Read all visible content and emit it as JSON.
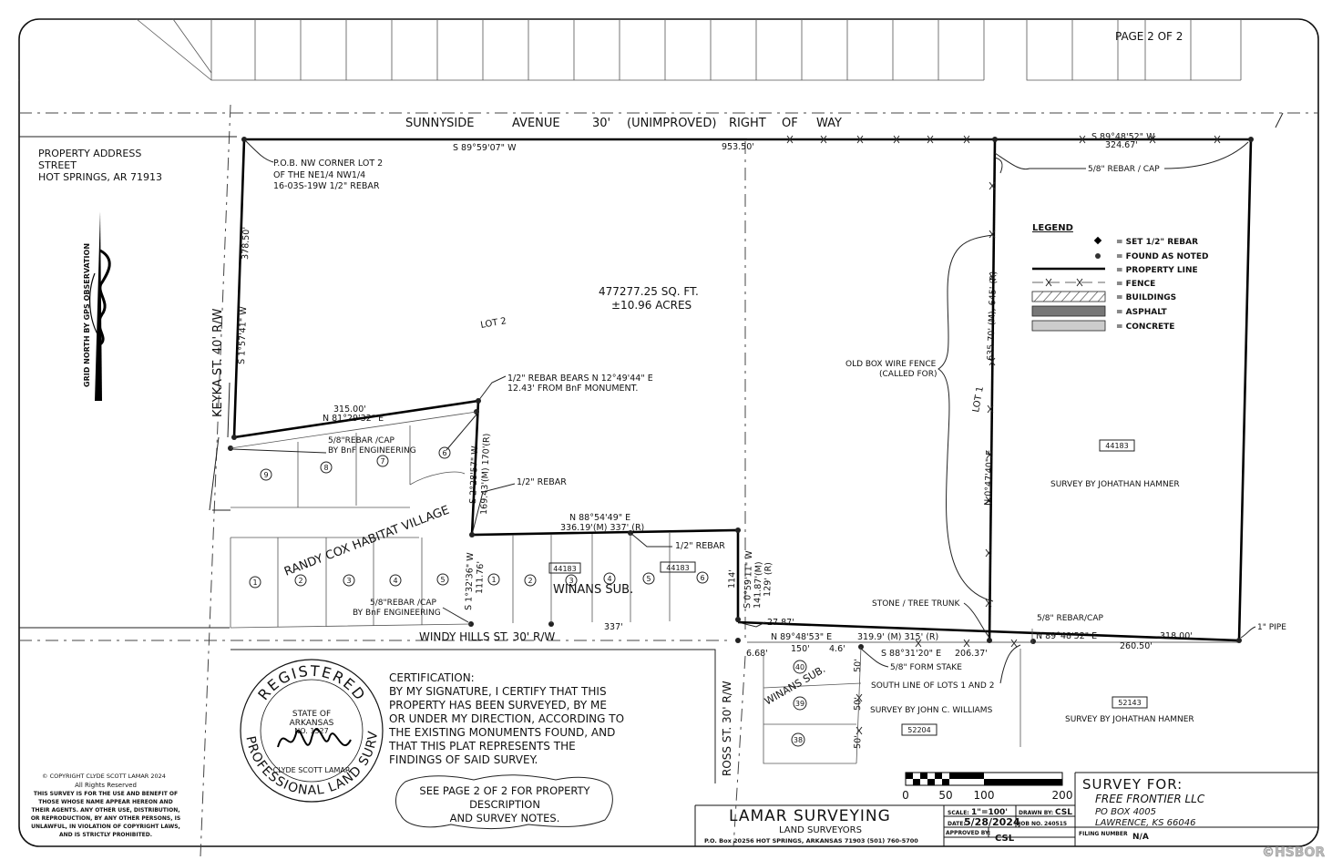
{
  "page_label": "PAGE 2 OF 2",
  "streets": {
    "sunnyside": [
      "SUNNYSIDE",
      "AVENUE",
      "30'",
      "(UNIMPROVED)",
      "RIGHT",
      "OF",
      "WAY"
    ],
    "keyka": "KEYKA ST. 40' R/W",
    "windy_hills": "WINDY HILLS ST. 30' R/W",
    "ross": "ROSS ST. 30' R/W"
  },
  "property_address": [
    "PROPERTY ADDRESS",
    "STREET",
    "HOT SPRINGS, AR 71913"
  ],
  "north_arrow": "GRID NORTH BY GPS OBSERVATION",
  "pob_note": [
    "P.O.B. NW CORNER LOT 2",
    "OF THE NE1/4 NW1/4",
    "16-03S-19W 1/2\" REBAR"
  ],
  "area": [
    "477277.25 SQ. FT.",
    "±10.96 ACRES"
  ],
  "lot2": "LOT 2",
  "lot1": "LOT 1",
  "calls": {
    "north_line": "S 89°59'07\" W",
    "north_dist": "953.50'",
    "ne_bearing": "S 89°48'52\" W",
    "ne_dist": "324.67'",
    "west_bearing": "S 1°57'41\" W",
    "west_dist": "378.50'",
    "diag_dist": "315.00'",
    "diag_bearing": "N 81°29'32\" E",
    "rebar_bears": [
      "1/2\" REBAR BEARS N 12°49'44\" E",
      "12.43' FROM BnF MONUMENT."
    ],
    "mid_bearing": "S 2°28'57\" W",
    "mid_dist": "169.43'(M) 170'(R)",
    "half_rebar_1": "1/2\" REBAR",
    "winans_bearing": "N 88°54'49\" E",
    "winans_dist": "336.19'(M) 337' (R)",
    "half_rebar_2": "1/2\" REBAR",
    "small_bearing": "S 1°32'36\" W",
    "small_dist": "111.76'",
    "ross_bearing": "S 0°59'11\" W",
    "ross_dist1": "141.87'(M)",
    "ross_dist2": "129' (R)",
    "ross_114": "114'",
    "windy_337": "337'",
    "d2787": "27.87'",
    "d668": "6.68'",
    "d150": "150'",
    "d46": "4.6'",
    "d50a": "50'",
    "d50b": "50'",
    "d50c": "50'",
    "south_bearing": "N 89°48'53\" E",
    "south_dist": "319.9' (M) 315' (R)",
    "s88": "S 88°31'20\" E",
    "d20637": "206.37'",
    "east_bearing": "N 89°48'52\" E",
    "east_dist": "318.00'",
    "d26050": "260.50'",
    "lot1_bearing": "N 0°47'40\" E",
    "lot1_dist": "635.70' (M), 645' (R)"
  },
  "rebar_cap_ne": "5/8\" REBAR / CAP",
  "rebar_cap_w": [
    "5/8\"REBAR /CAP",
    "BY BnF ENGINEERING"
  ],
  "rebar_cap_s": [
    "5/8\"REBAR /CAP",
    "BY BnF ENGINEERING"
  ],
  "rebar_cap_se": "5/8\" REBAR/CAP",
  "pipe": "1\" PIPE",
  "form_stake": "5/8\" FORM STAKE",
  "south_line_note": "SOUTH LINE OF LOTS 1 AND 2",
  "stone_tree": "STONE / TREE TRUNK",
  "fence_note": [
    "OLD BOX WIRE FENCE",
    "(CALLED FOR)"
  ],
  "randy_cox": "RANDY COX HABITAT VILLAGE",
  "winans_sub": "WINANS SUB.",
  "parcel_ids": [
    "44183",
    "44183",
    "44183",
    "52204",
    "52143"
  ],
  "surveys": [
    "SURVEY BY JOHATHAN HAMNER",
    "SURVEY BY JOHN C. WILLIAMS",
    "SURVEY BY JOHATHAN HAMNER"
  ],
  "lot_numbers_upper": [
    "9",
    "8",
    "7",
    "6"
  ],
  "lot_numbers_lower": [
    "1",
    "2",
    "3",
    "4",
    "5"
  ],
  "winans_lot_numbers": [
    "1",
    "2",
    "3",
    "4",
    "5",
    "6"
  ],
  "ross_lot_numbers": [
    "40",
    "39",
    "38"
  ],
  "legend": {
    "title": "LEGEND",
    "items": [
      "= SET 1/2\" REBAR",
      "= FOUND AS NOTED",
      "= PROPERTY LINE",
      "= FENCE",
      "= BUILDINGS",
      "= ASPHALT",
      "= CONCRETE"
    ]
  },
  "certification": [
    "CERTIFICATION:",
    "BY MY SIGNATURE, I CERTIFY THAT THIS",
    "PROPERTY HAS BEEN SURVEYED, BY ME",
    "OR UNDER MY DIRECTION, ACCORDING TO",
    "THE EXISTING MONUMENTS FOUND, AND",
    "THAT THIS PLAT REPRESENTS THE",
    "FINDINGS OF SAID SURVEY."
  ],
  "see_page": [
    "SEE PAGE 2 OF 2 FOR PROPERTY",
    "DESCRIPTION",
    "AND SURVEY NOTES."
  ],
  "seal": {
    "registered": "REGISTERED",
    "state": "STATE OF",
    "arkansas": "ARKANSAS",
    "no": "NO. 1327",
    "name": "CLYDE SCOTT LAMAR",
    "professional": "PROFESSIONAL LAND SURVEYOR"
  },
  "copyright": [
    "© COPYRIGHT CLYDE SCOTT LAMAR 2024",
    "All Rights Reserved",
    "THIS SURVEY IS FOR THE USE AND BENEFIT OF",
    "THOSE WHOSE NAME APPEAR HEREON AND",
    "THEIR AGENTS. ANY OTHER USE, DISTRIBUTION,",
    "OR REPRODUCTION, BY ANY OTHER PERSONS, IS",
    "UNLAWFUL, IN VIOLATION OF COPYRIGHT LAWS,",
    "AND IS STRICTLY PROHIBITED."
  ],
  "scale_bar": [
    "0",
    "50",
    "100",
    "200"
  ],
  "title_block": {
    "company": "LAMAR SURVEYING",
    "subtitle": "LAND SURVEYORS",
    "address": "P.O. Box 20256 HOT SPRINGS, ARKANSAS 71903 (501) 760-5700",
    "scale_label": "SCALE:",
    "scale_value": "1\"=100'",
    "drawn_label": "DRAWN BY:",
    "drawn_value": "CSL",
    "date_label": "DATE:",
    "date_value": "5/28/2024",
    "job_label": "JOB NO.",
    "job_value": "240515",
    "approved_label": "APPROVED BY:",
    "approved_value": "CSL",
    "survey_for_label": "SURVEY FOR:",
    "client": [
      "FREE FRONTIER LLC",
      "PO BOX 4005",
      "LAWRENCE, KS 66046"
    ],
    "filing_label": "FILING NUMBER",
    "filing_value": "N/A"
  },
  "watermark": "©HSBOR"
}
